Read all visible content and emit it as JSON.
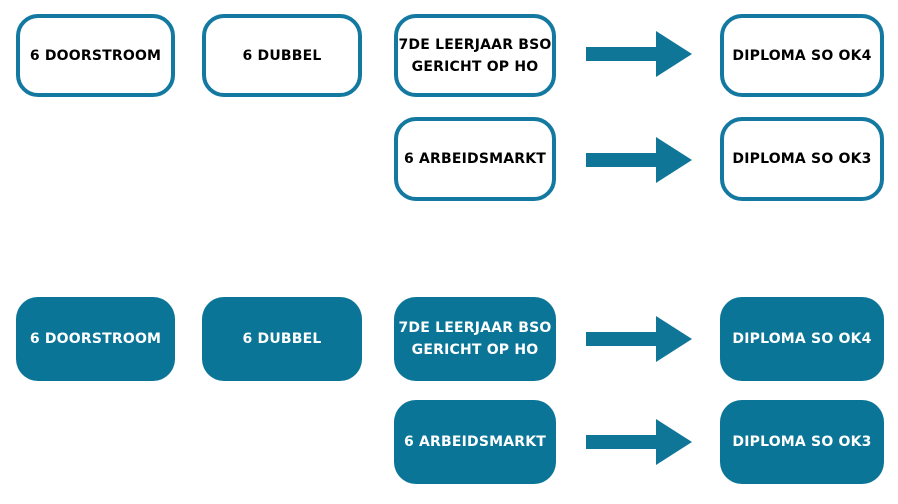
{
  "colors": {
    "outline_border": "#1479a0",
    "fill": "#0b7597",
    "arrow": "#0f7698"
  },
  "outline_row": {
    "doorstroom": "6 DOORSTROOM",
    "dubbel": "6 DUBBEL",
    "leerjaar": "7DE LEERJAAR BSO\nGERICHT OP HO",
    "diploma_ok4": "DIPLOMA SO OK4",
    "arbeidsmarkt": "6 ARBEIDSMARKT",
    "diploma_ok3": "DIPLOMA SO OK3"
  },
  "filled_row": {
    "doorstroom": "6 DOORSTROOM",
    "dubbel": "6 DUBBEL",
    "leerjaar": "7DE LEERJAAR BSO\nGERICHT OP HO",
    "diploma_ok4": "DIPLOMA SO OK4",
    "arbeidsmarkt": "6 ARBEIDSMARKT",
    "diploma_ok3": "DIPLOMA SO OK3"
  }
}
